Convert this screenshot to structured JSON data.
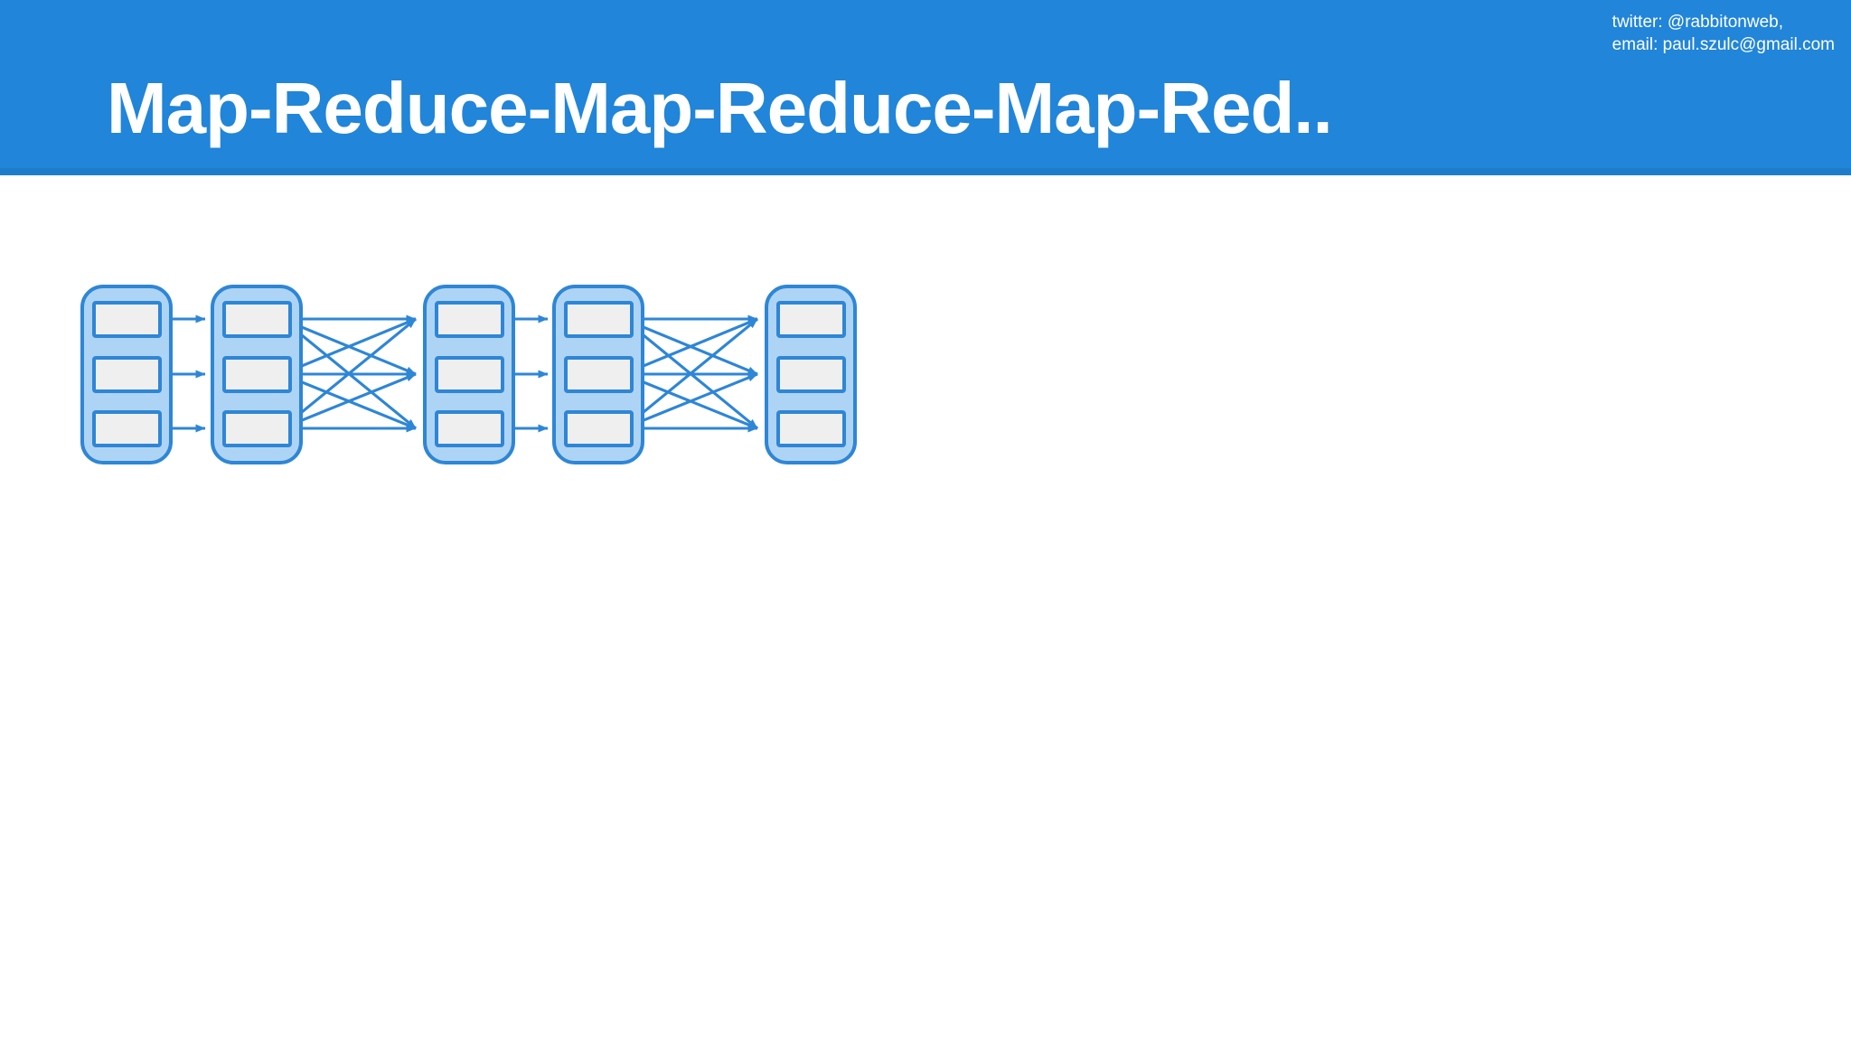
{
  "header": {
    "background_color": "#2185d9",
    "underline_color": "#1f7ccb",
    "title": "Map-Reduce-Map-Reduce-Map-Red..",
    "contact": {
      "twitter_line": "twitter: @rabbitonweb,",
      "email_line": "email: paul.szulc@gmail.com"
    }
  },
  "diagram": {
    "name": "map-reduce-pipeline",
    "stage_fill_color": "#aed4f5",
    "stage_border_color": "#2e86d6",
    "node_fill_color": "#efefef",
    "node_border_color": "#2e86d6",
    "arrow_color": "#2e86d6",
    "stages": [
      {
        "id": "stage-1",
        "label": "",
        "nodes": [
          "",
          "",
          ""
        ]
      },
      {
        "id": "stage-2",
        "label": "",
        "nodes": [
          "",
          "",
          ""
        ]
      },
      {
        "id": "stage-3",
        "label": "",
        "nodes": [
          "",
          "",
          ""
        ]
      },
      {
        "id": "stage-4",
        "label": "",
        "nodes": [
          "",
          "",
          ""
        ]
      },
      {
        "id": "stage-5",
        "label": "",
        "nodes": [
          "",
          "",
          ""
        ]
      }
    ],
    "connections": [
      {
        "from": "stage-1",
        "to": "stage-2",
        "kind": "parallel"
      },
      {
        "from": "stage-2",
        "to": "stage-3",
        "kind": "shuffle"
      },
      {
        "from": "stage-3",
        "to": "stage-4",
        "kind": "parallel"
      },
      {
        "from": "stage-4",
        "to": "stage-5",
        "kind": "shuffle"
      }
    ]
  }
}
